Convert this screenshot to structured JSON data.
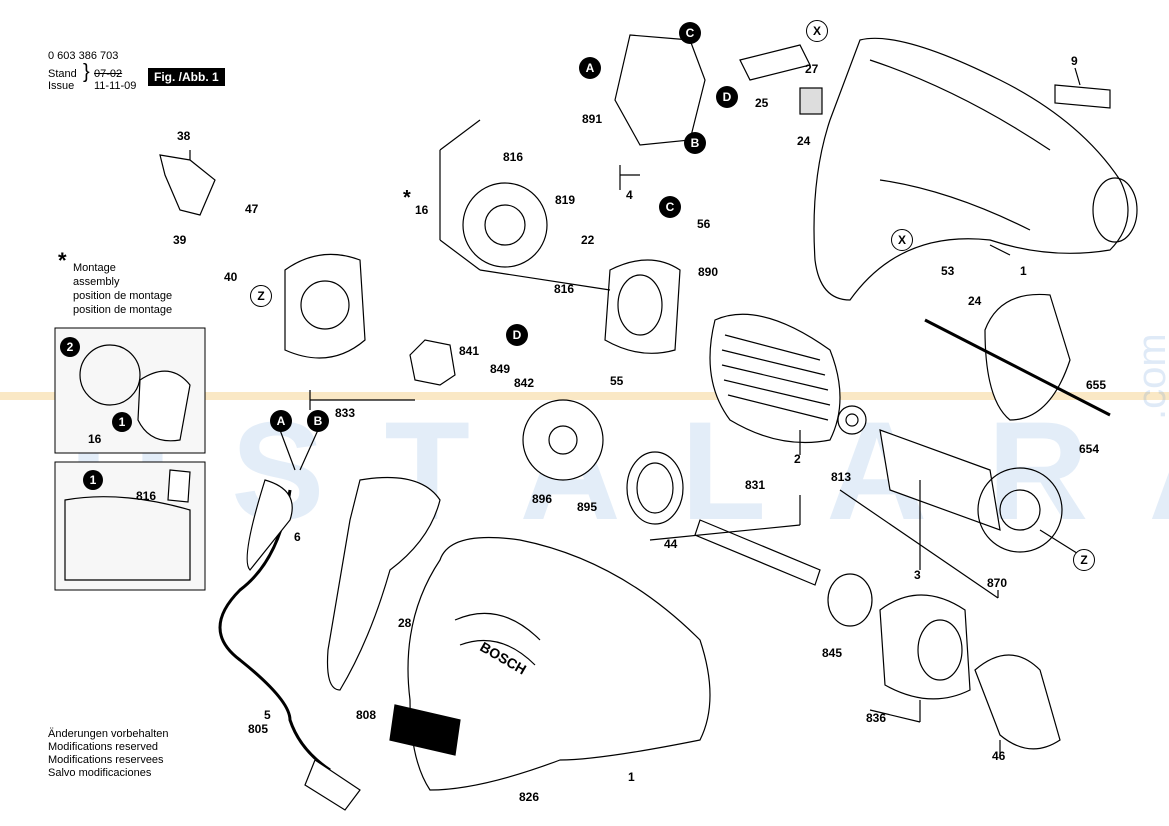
{
  "header": {
    "part_number": "0 603 386 703",
    "stand_label": "Stand",
    "issue_label": "Issue",
    "stand_old": "07-02",
    "issue_date": "11-11-09",
    "figure": "Fig. /Abb. 1"
  },
  "montage_note": {
    "star": "*",
    "lines": [
      "Montage",
      "assembly",
      "position de montage",
      "position de montage"
    ]
  },
  "footer_notes": [
    "Änderungen vorbehalten",
    "Modifications reserved",
    "Modifications reservees",
    "Salvo modificaciones"
  ],
  "callouts": {
    "A": "A",
    "B": "B",
    "C": "C",
    "D": "D",
    "X": "X",
    "Z": "Z",
    "n1": "1",
    "n2": "2"
  },
  "part_labels": {
    "p1a": "1",
    "p1b": "1",
    "p2": "2",
    "p3": "3",
    "p4": "4",
    "p5": "5",
    "p6": "6",
    "p9": "9",
    "p16": "16",
    "p16b": "16",
    "p22": "22",
    "p24a": "24",
    "p24b": "24",
    "p25": "25",
    "p27": "27",
    "p28": "28",
    "p38": "38",
    "p39": "39",
    "p40": "40",
    "p44": "44",
    "p46": "46",
    "p47": "47",
    "p53": "53",
    "p55": "55",
    "p56": "56",
    "p654": "654",
    "p655": "655",
    "p805": "805",
    "p808": "808",
    "p813": "813",
    "p816a": "816",
    "p816b": "816",
    "p816c": "816",
    "p819": "819",
    "p826": "826",
    "p831": "831",
    "p833": "833",
    "p836": "836",
    "p841": "841",
    "p842": "842",
    "p845": "845",
    "p849": "849",
    "p870": "870",
    "p890": "890",
    "p891": "891",
    "p895": "895",
    "p896": "896"
  },
  "brand_text": "BOSCH",
  "watermark": {
    "text": "USTALARA",
    "suffix": ".com"
  }
}
